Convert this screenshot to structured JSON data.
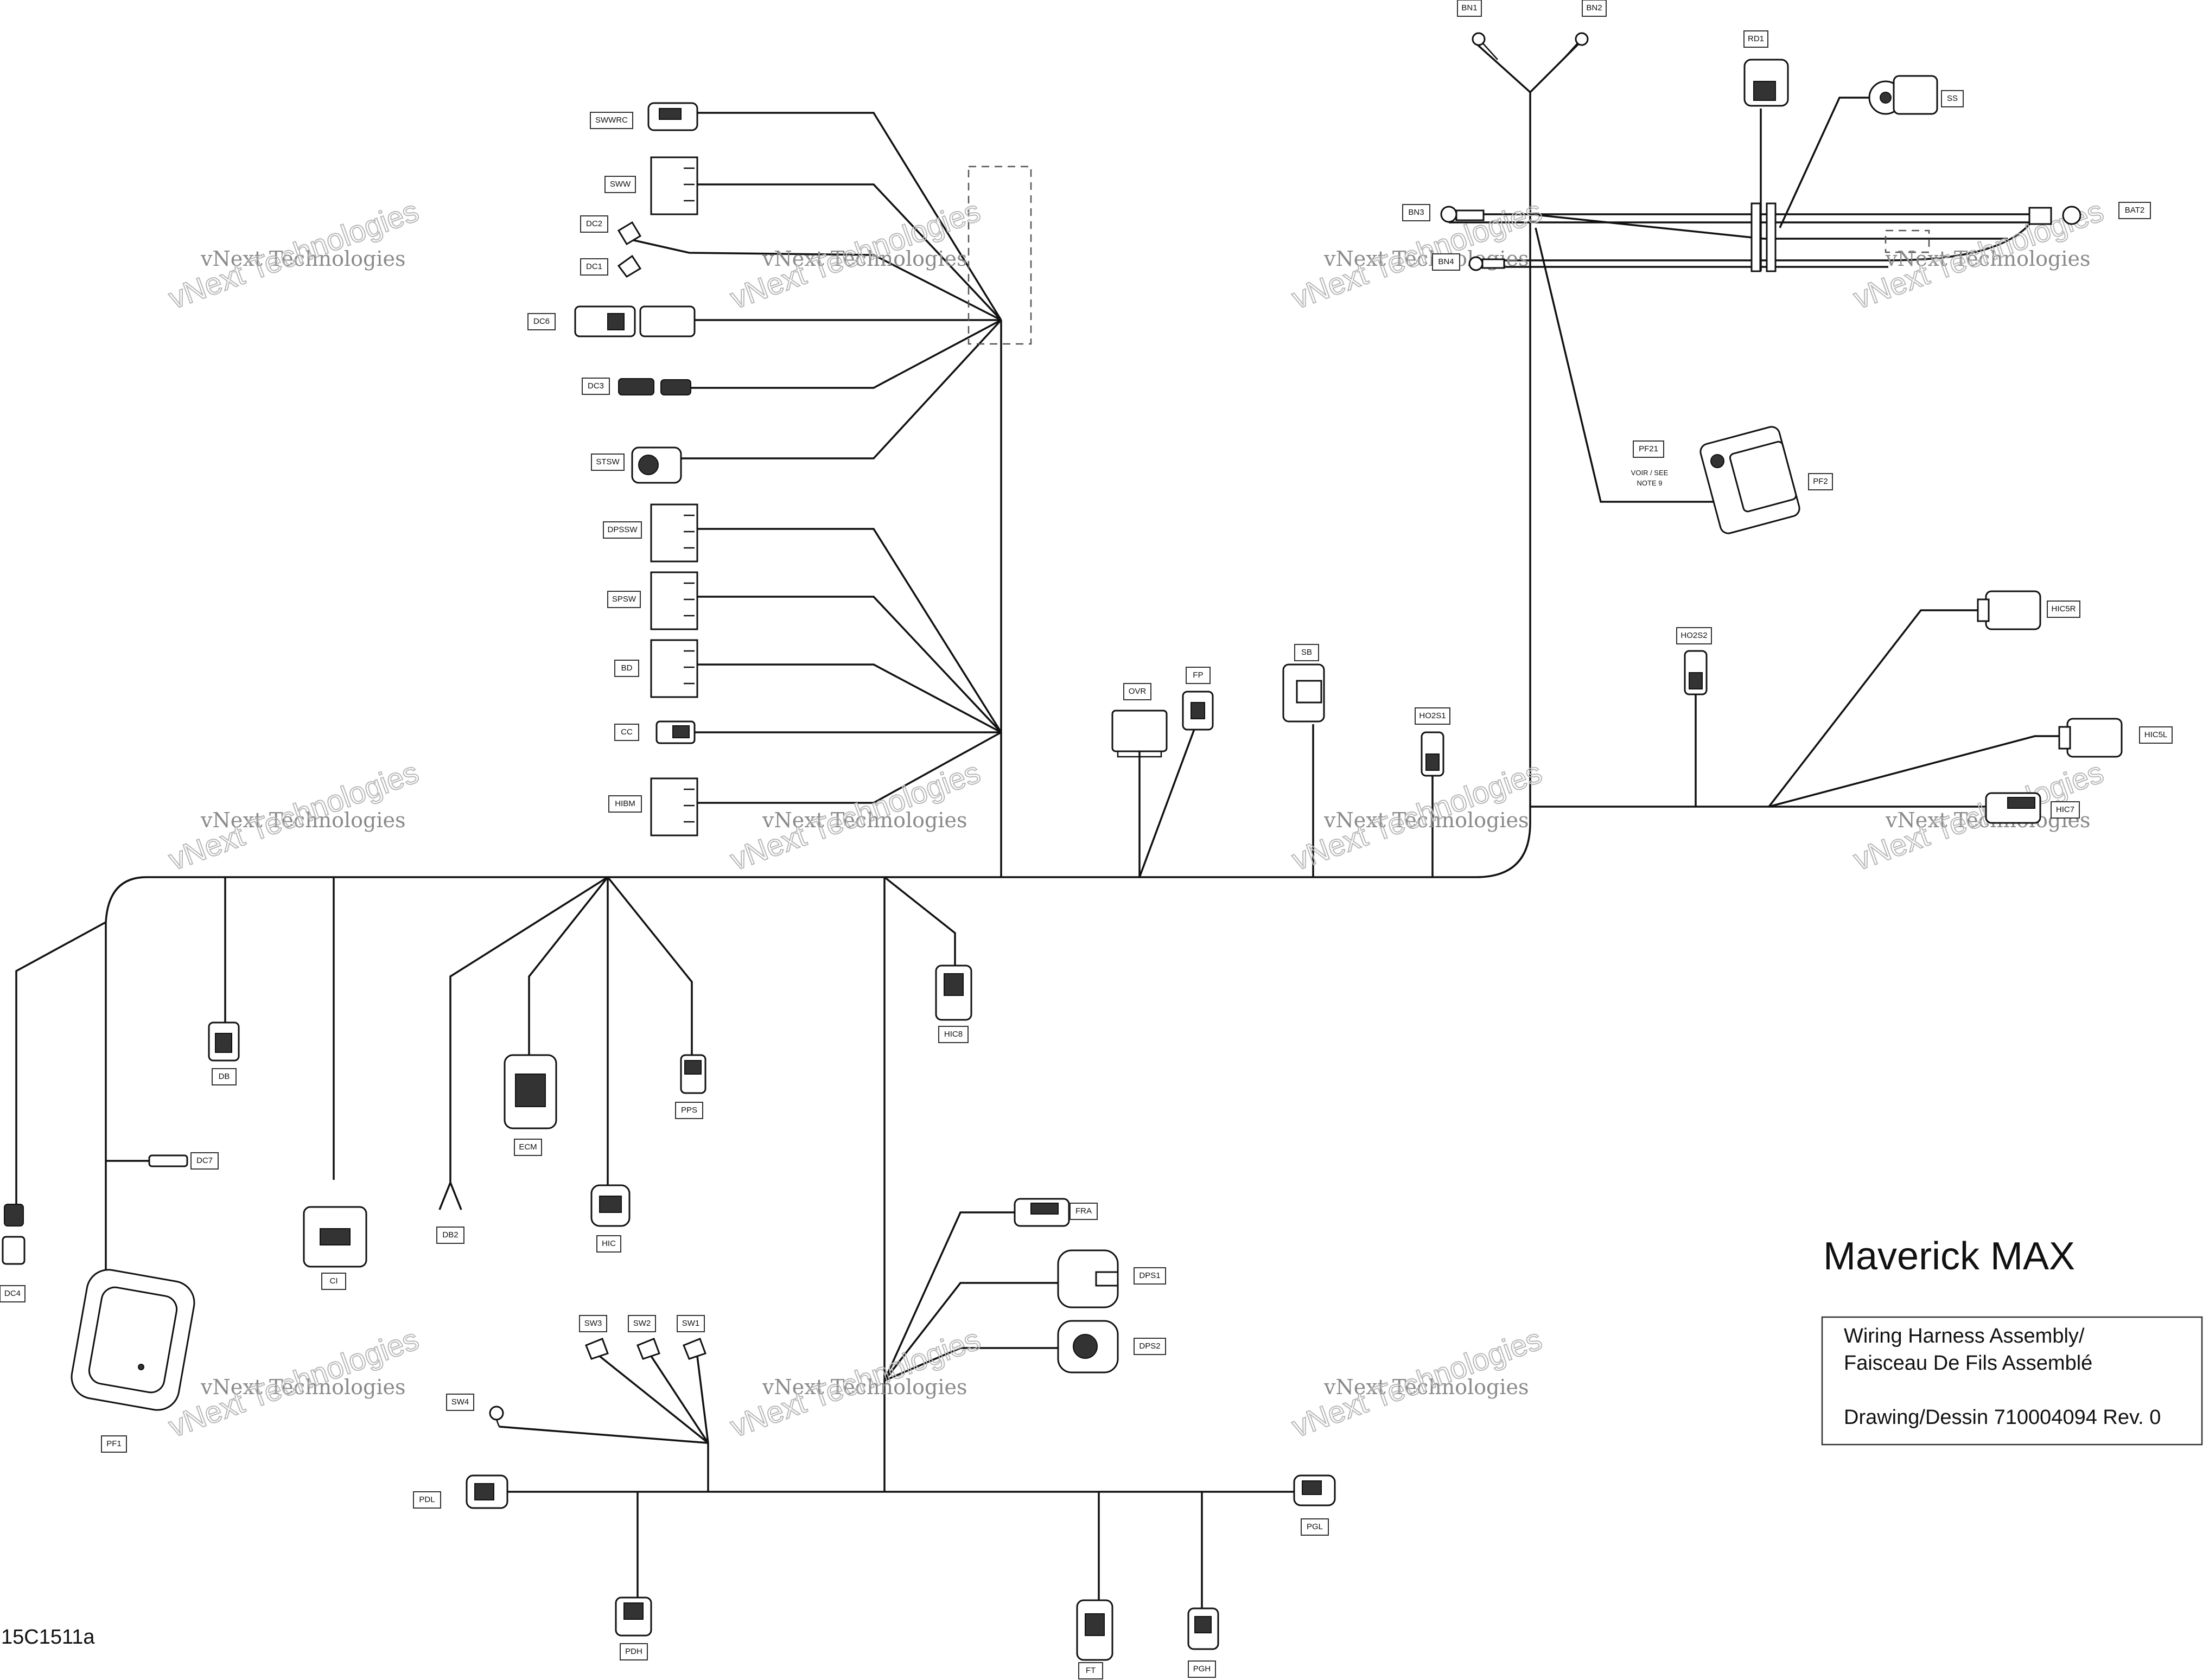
{
  "title": "Maverick MAX",
  "title_block": {
    "line1": "Wiring Harness Assembly/",
    "line2": "Faisceau De Fils Assemblé",
    "line3": "Drawing/Dessin 710004094 Rev. 0"
  },
  "drawing_code": "15C1511a",
  "watermark": "vNext Technologies",
  "note": {
    "line1": "VOIR / SEE",
    "line2": "NOTE 9"
  },
  "connectors": {
    "BN1": "BN1",
    "BN2": "BN2",
    "RD1": "RD1",
    "SS": "SS",
    "BN3": "BN3",
    "BN4": "BN4",
    "BAT2": "BAT2",
    "PF21": "PF21",
    "PF2": "PF2",
    "HIC5R": "HIC5R",
    "HO2S2": "HO2S2",
    "HIC5L": "HIC5L",
    "HIC7": "HIC7",
    "SWWRC": "SWWRC",
    "SWW": "SWW",
    "DC2": "DC2",
    "DC1": "DC1",
    "DC6": "DC6",
    "DC3": "DC3",
    "STSW": "STSW",
    "DPSSW": "DPSSW",
    "SPSW": "SPSW",
    "BD": "BD",
    "CC": "CC",
    "HIBM": "HIBM",
    "OVR": "OVR",
    "FP": "FP",
    "SB": "SB",
    "HO2S1": "HO2S1",
    "DB": "DB",
    "DC7": "DC7",
    "DC4": "DC4",
    "PF1": "PF1",
    "CI": "CI",
    "DB2": "DB2",
    "ECM": "ECM",
    "HIC": "HIC",
    "PPS": "PPS",
    "HIC8": "HIC8",
    "FRA": "FRA",
    "DPS1": "DPS1",
    "DPS2": "DPS2",
    "SW3": "SW3",
    "SW2": "SW2",
    "SW1": "SW1",
    "SW4": "SW4",
    "PDL": "PDL",
    "PDH": "PDH",
    "FT": "FT",
    "PGH": "PGH",
    "PGL": "PGL"
  }
}
